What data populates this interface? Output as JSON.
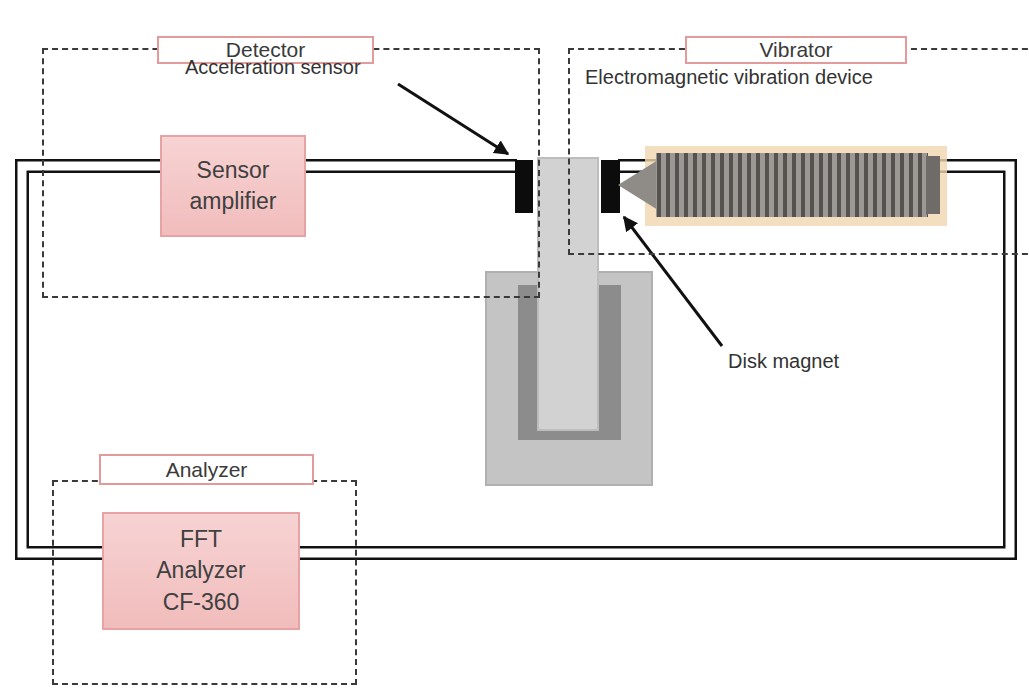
{
  "diagram": {
    "nodes": [
      {
        "text": [
          "Detector"
        ]
      },
      {
        "text": [
          "Sensor amplifier"
        ],
        "in": 0
      },
      {
        "text": [
          "Vibrator"
        ]
      },
      {
        "text": [
          "Analyzer"
        ]
      },
      {
        "text": [
          "FFT Analyzer CF-360"
        ],
        "in": 3
      }
    ],
    "edges": [
      {
        "from": 1,
        "to": 4,
        "arrow": "none"
      }
    ],
    "labels": [
      "Acceleration sensor",
      "Electromagnetic vibration device",
      "Disk magnet"
    ]
  }
}
